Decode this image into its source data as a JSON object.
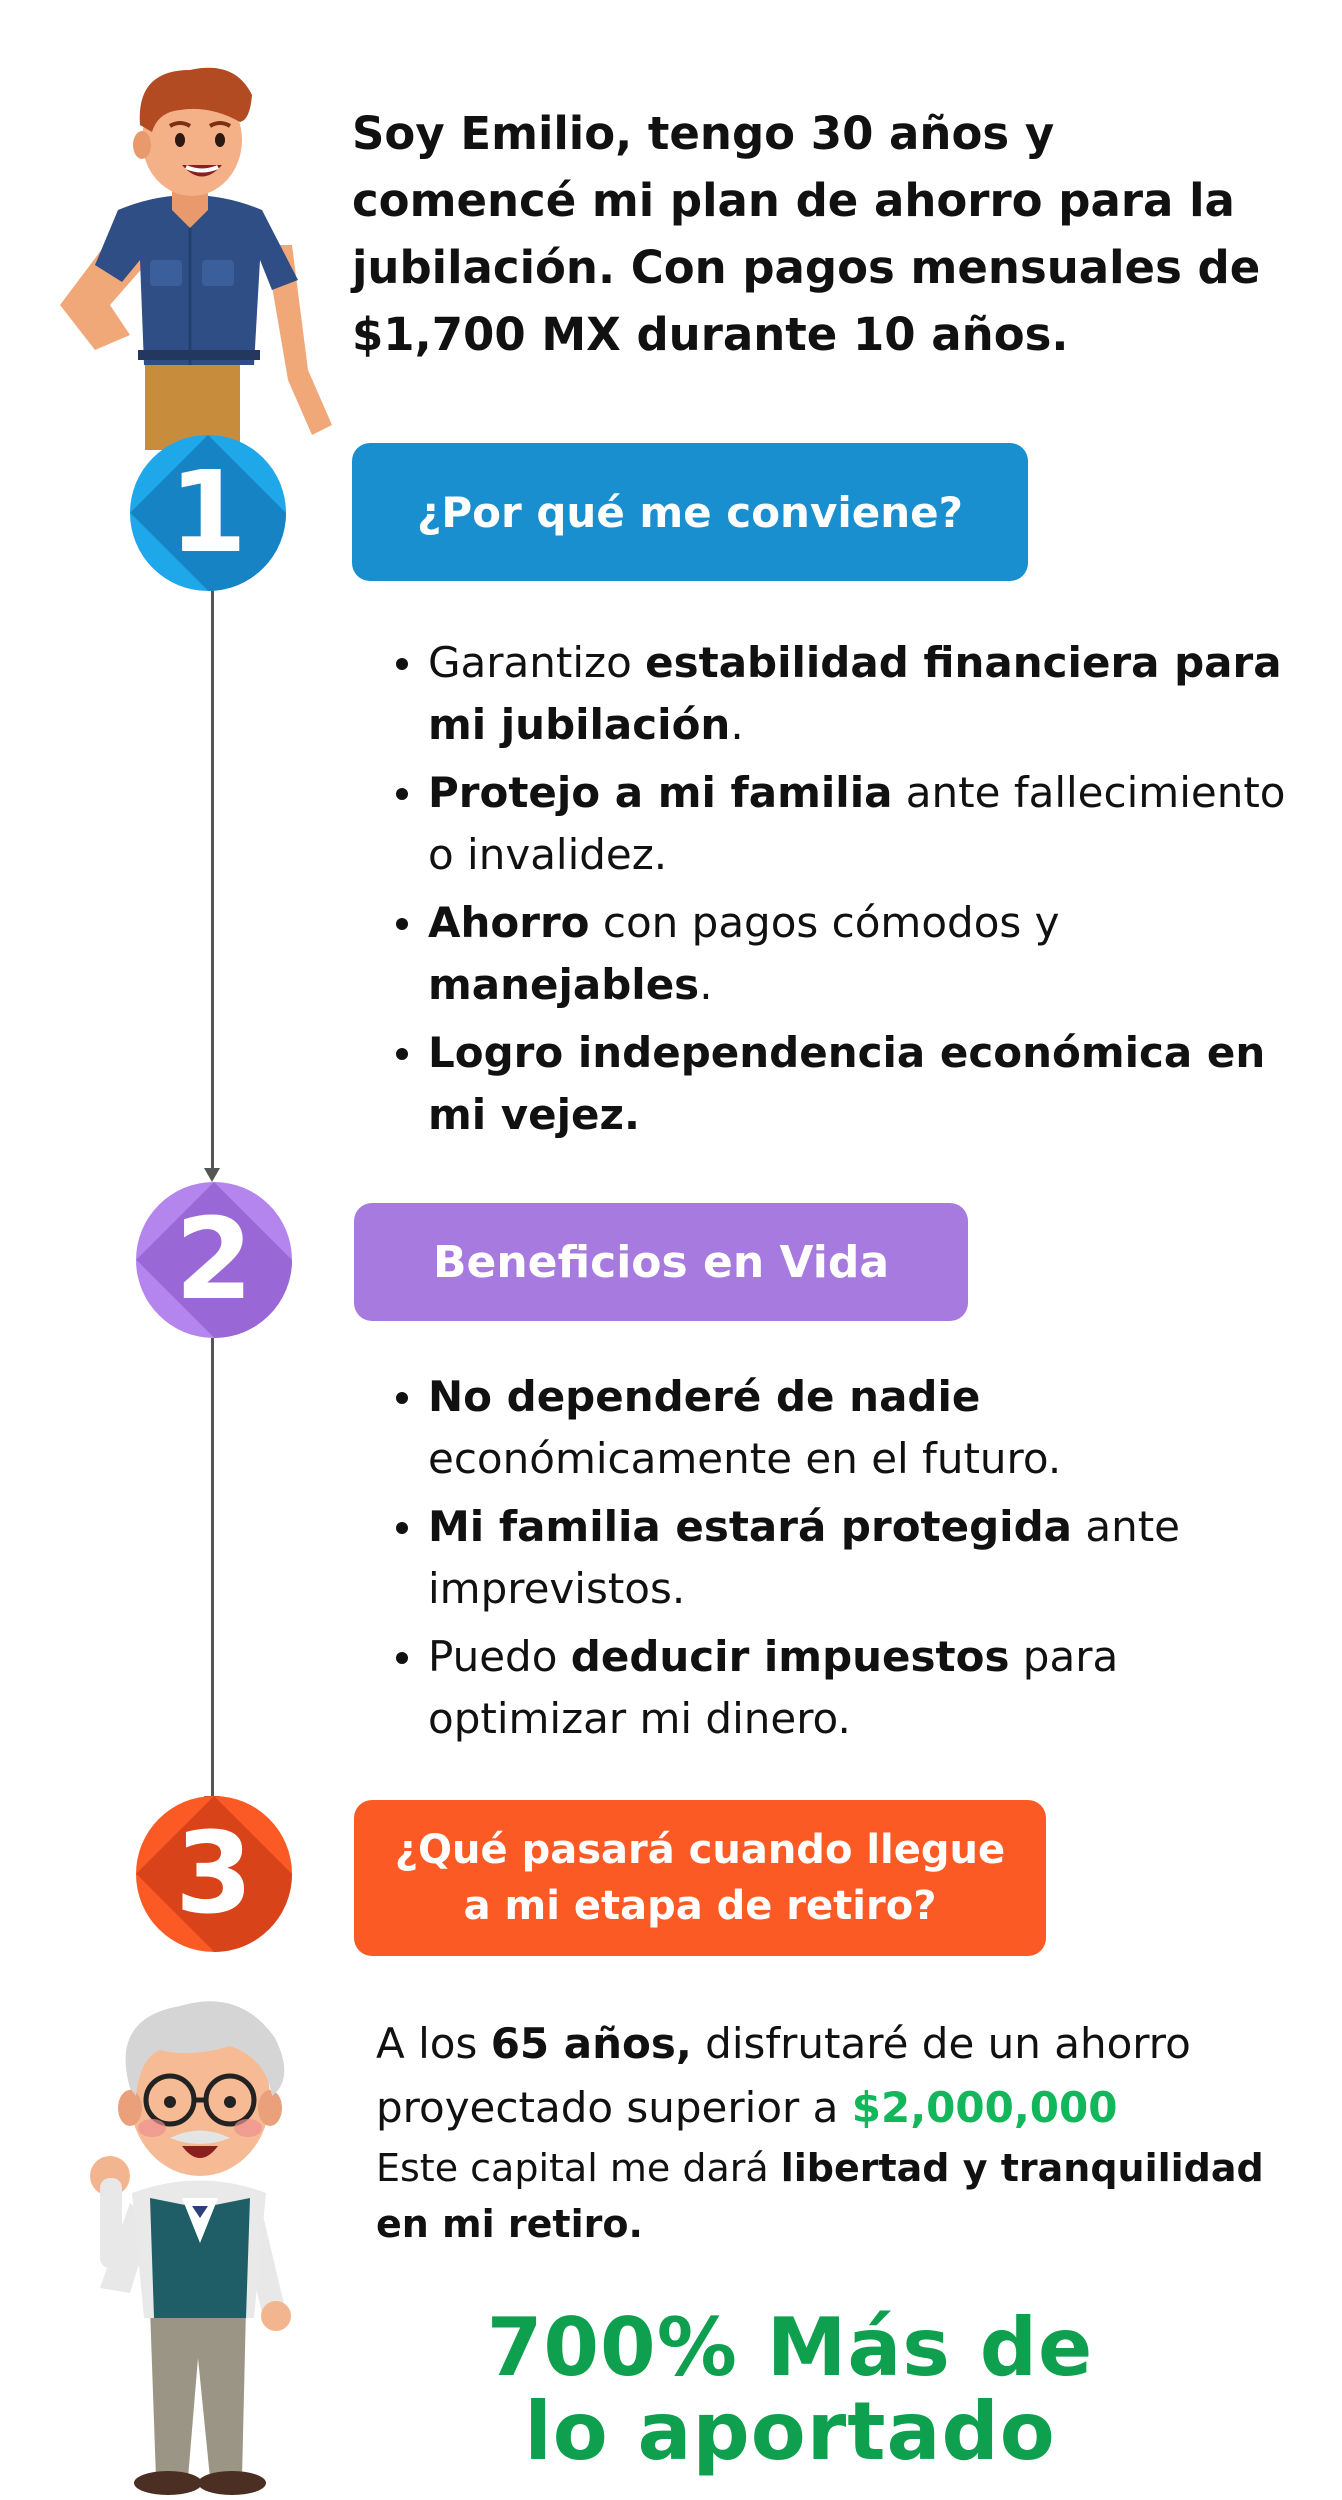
{
  "intro": {
    "text": "Soy Emilio, tengo 30 años y comencé mi plan de ahorro para la jubilación. Con pagos mensuales de $1,700 MX durante 10 años."
  },
  "steps": [
    {
      "number": "1",
      "title": "¿Por qué me conviene?",
      "color": "#1a8fd0",
      "circle_color": "#1ea8ea",
      "bullets": [
        {
          "parts": [
            {
              "t": "Garantizo ",
              "b": false
            },
            {
              "t": "estabilidad financiera para mi jubilación",
              "b": true
            },
            {
              "t": ".",
              "b": false
            }
          ]
        },
        {
          "parts": [
            {
              "t": "Protejo a mi familia",
              "b": true
            },
            {
              "t": " ante fallecimiento o invalidez.",
              "b": false
            }
          ]
        },
        {
          "parts": [
            {
              "t": "Ahorro",
              "b": true
            },
            {
              "t": " con pagos cómodos y ",
              "b": false
            },
            {
              "t": "manejables",
              "b": true
            },
            {
              "t": ".",
              "b": false
            }
          ]
        },
        {
          "parts": [
            {
              "t": "Logro independencia económica en mi vejez.",
              "b": true
            }
          ]
        }
      ]
    },
    {
      "number": "2",
      "title": "Beneficios en Vida",
      "color": "#a77ae0",
      "circle_color": "#b585ee",
      "bullets": [
        {
          "parts": [
            {
              "t": "No dependeré de nadie",
              "b": true
            },
            {
              "t": " económicamente en el futuro.",
              "b": false
            }
          ]
        },
        {
          "parts": [
            {
              "t": "Mi familia estará protegida",
              "b": true
            },
            {
              "t": " ante imprevistos.",
              "b": false
            }
          ]
        },
        {
          "parts": [
            {
              "t": "Puedo ",
              "b": false
            },
            {
              "t": "deducir impuestos",
              "b": true
            },
            {
              "t": " para optimizar mi dinero.",
              "b": false
            }
          ]
        }
      ]
    },
    {
      "number": "3",
      "title": "¿Qué pasará cuando llegue a mi etapa de retiro?",
      "color": "#fb5a25",
      "circle_color": "#fb5a25"
    }
  ],
  "retiro": {
    "line1_a": "A los ",
    "line1_b": "65 años,",
    "line1_c": " disfrutaré de un ahorro proyectado superior a ",
    "amount": "$2,000,000",
    "line2_a": "Este capital me dará ",
    "line2_b": "libertad y tranquilidad en mi retiro."
  },
  "highlight": {
    "line1": "700% Más de",
    "line2": "lo aportado"
  },
  "colors": {
    "green_amount": "#12b65b",
    "green_highlight": "#0e9f4f"
  }
}
